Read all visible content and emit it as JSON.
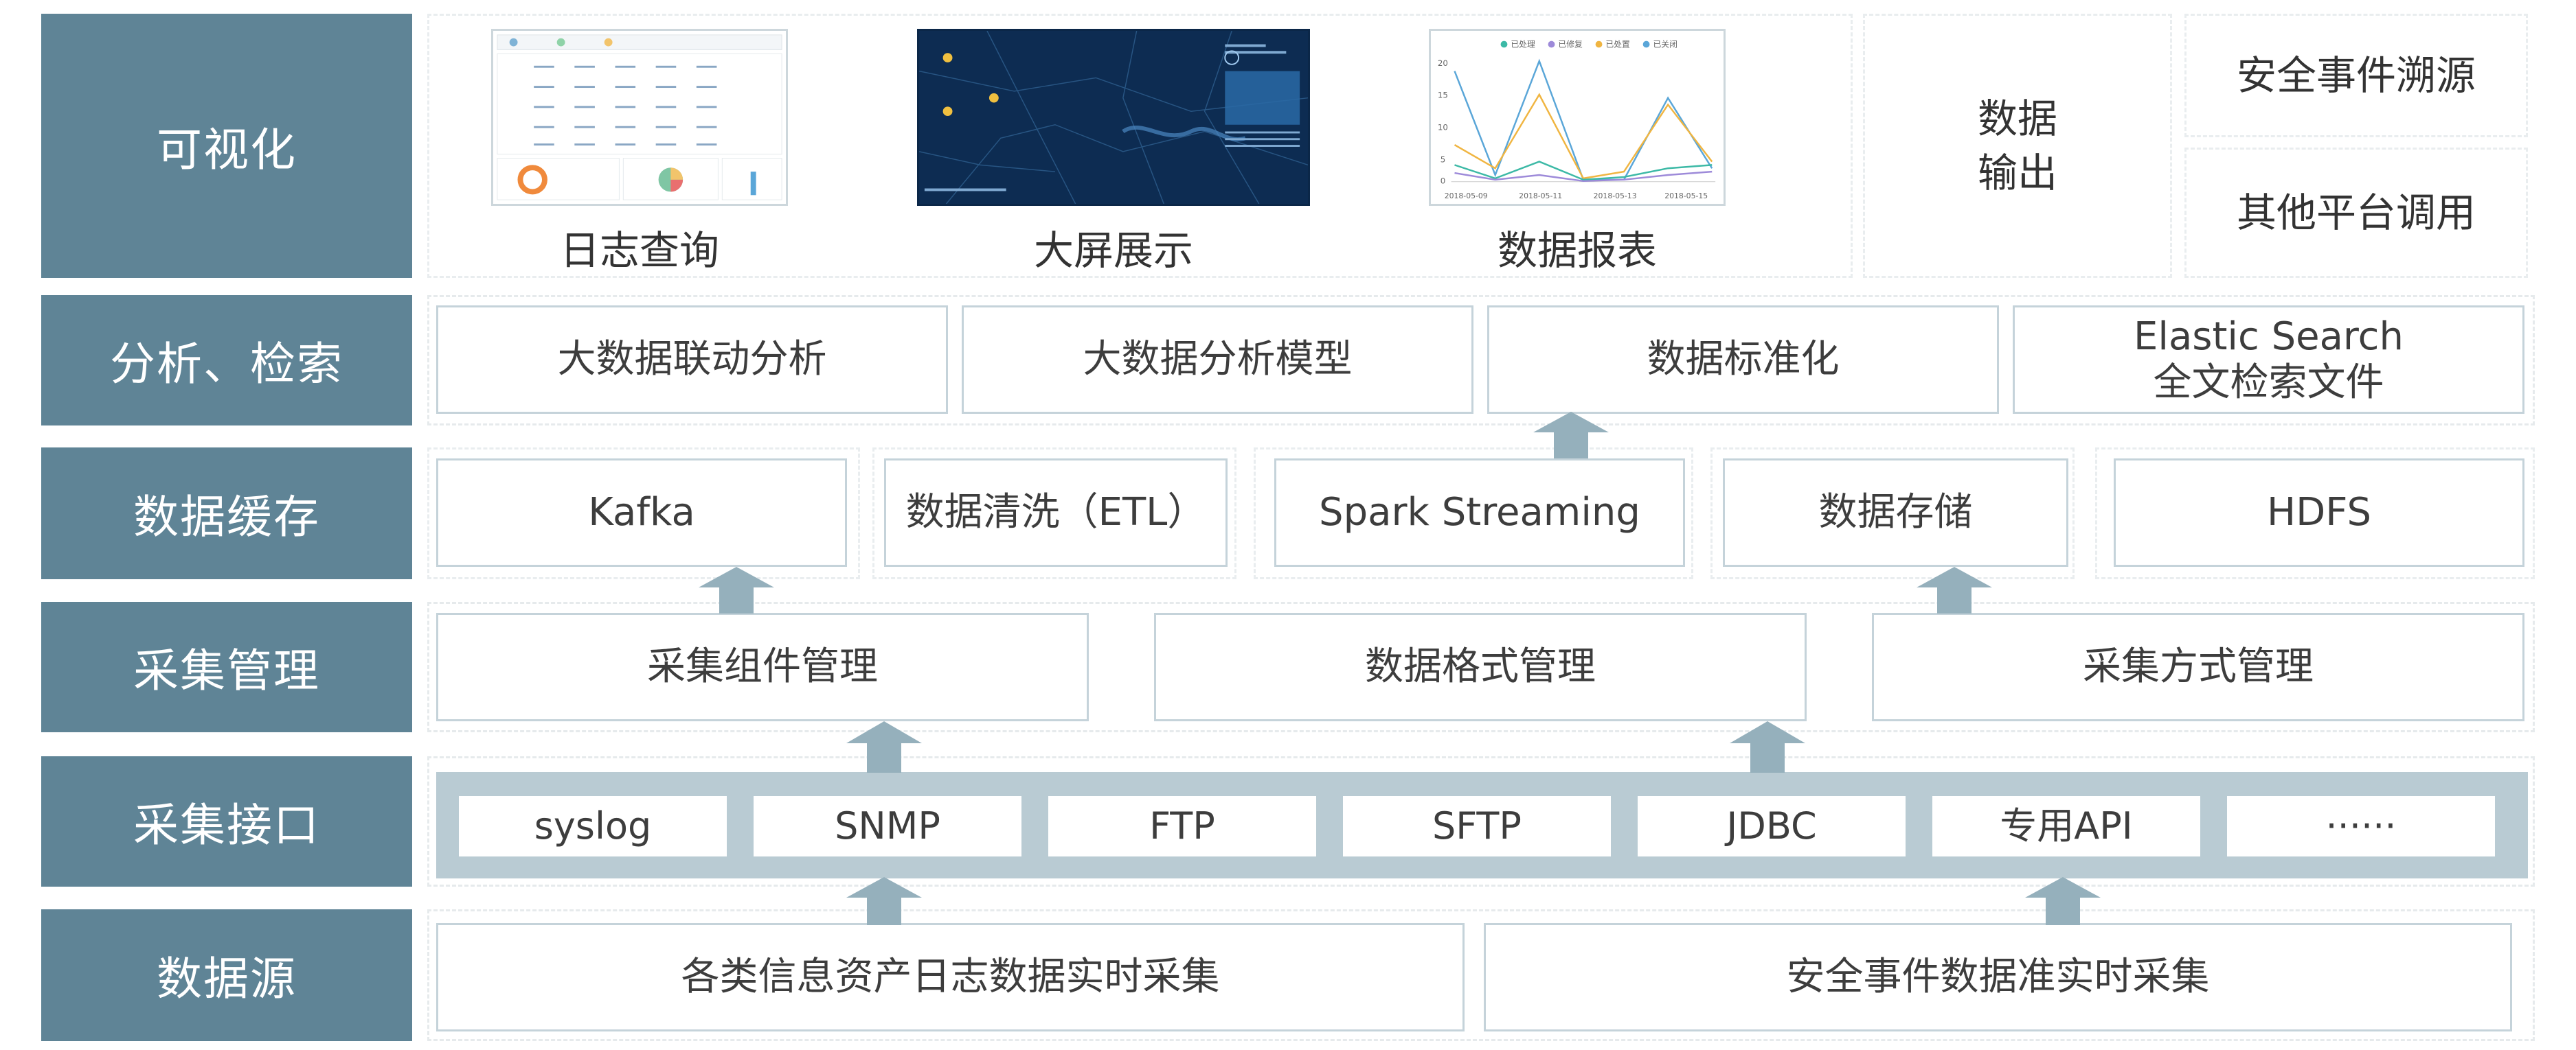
{
  "layers": [
    {
      "id": "visual",
      "label": "可视化"
    },
    {
      "id": "analysis",
      "label": "分析、检索"
    },
    {
      "id": "cache",
      "label": "数据缓存"
    },
    {
      "id": "collect_mgmt",
      "label": "采集管理"
    },
    {
      "id": "collect_iface",
      "label": "采集接口"
    },
    {
      "id": "source",
      "label": "数据源"
    }
  ],
  "visual": {
    "log_query": "日志查询",
    "big_screen": "大屏展示",
    "data_report": "数据报表",
    "data_output": "数据\n输出",
    "security_trace": "安全事件溯源",
    "other_call": "其他平台调用",
    "report_legend": [
      "已处理",
      "已修复",
      "已处置",
      "已关闭"
    ],
    "report_colors": [
      "#3cb9a6",
      "#9d8ad9",
      "#f0b541",
      "#5aa6d8"
    ],
    "report_dates": [
      "2018-05-09",
      "2018-05-11",
      "2018-05-13",
      "2018-05-15"
    ],
    "report_yticks": [
      "20",
      "15",
      "10",
      "5",
      "0"
    ]
  },
  "analysis": {
    "items": [
      "大数据联动分析",
      "大数据分析模型",
      "数据标准化",
      "Elastic Search\n全文检索文件"
    ]
  },
  "cache": {
    "items": [
      "Kafka",
      "数据清洗（ETL）",
      "Spark Streaming",
      "数据存储",
      "HDFS"
    ]
  },
  "collect_mgmt": {
    "items": [
      "采集组件管理",
      "数据格式管理",
      "采集方式管理"
    ]
  },
  "collect_iface": {
    "items": [
      "syslog",
      "SNMP",
      "FTP",
      "SFTP",
      "JDBC",
      "专用API",
      "······"
    ]
  },
  "source": {
    "items": [
      "各类信息资产日志数据实时采集",
      "安全事件数据准实时采集"
    ]
  },
  "colors": {
    "label_bg": "#5f8496",
    "box_border": "#c5d3da",
    "arrow": "#95b0bc",
    "interface_bar": "#b9cbd3"
  }
}
